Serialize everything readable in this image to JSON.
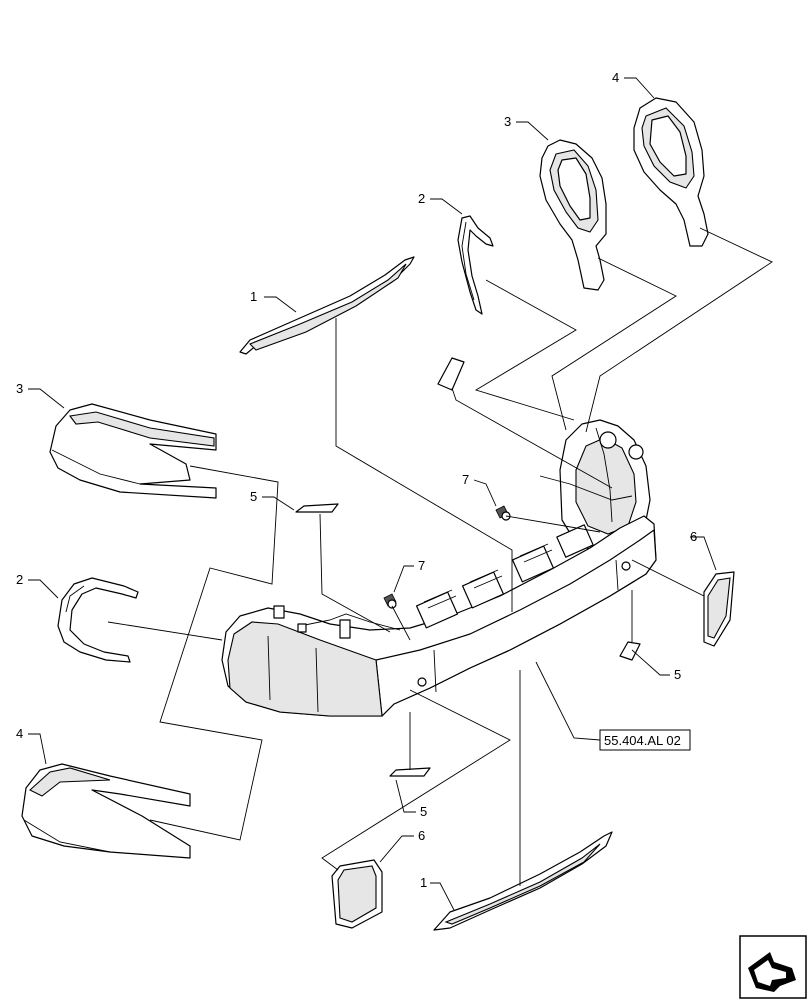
{
  "callouts": [
    {
      "id": "c1-top",
      "label": "1"
    },
    {
      "id": "c2-top",
      "label": "2"
    },
    {
      "id": "c3-top",
      "label": "3"
    },
    {
      "id": "c4-top",
      "label": "4"
    },
    {
      "id": "c3-left",
      "label": "3"
    },
    {
      "id": "c5-left",
      "label": "5"
    },
    {
      "id": "c7-mid",
      "label": "7"
    },
    {
      "id": "c2-left",
      "label": "2"
    },
    {
      "id": "c7-left",
      "label": "7"
    },
    {
      "id": "c6-right",
      "label": "6"
    },
    {
      "id": "c5-right",
      "label": "5"
    },
    {
      "id": "c4-left",
      "label": "4"
    },
    {
      "id": "c5-bottom",
      "label": "5"
    },
    {
      "id": "c6-bottom",
      "label": "6"
    },
    {
      "id": "c1-bottom",
      "label": "1"
    }
  ],
  "reference": {
    "label": "55.404.AL 02"
  },
  "nav": {
    "icon": "next-page-arrow-icon"
  }
}
